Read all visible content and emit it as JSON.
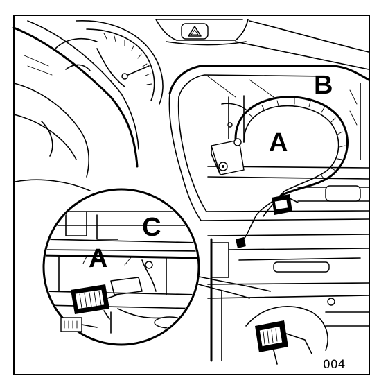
{
  "labels": {
    "a_main": "A",
    "b": "B",
    "a_inset": "A",
    "c": "C"
  },
  "figure_number": "004",
  "icons": {
    "hazard_button": "hazard-triangle-icon",
    "connector": "wiring-connector-icon"
  },
  "colors": {
    "ink": "#000000",
    "paper": "#ffffff"
  }
}
